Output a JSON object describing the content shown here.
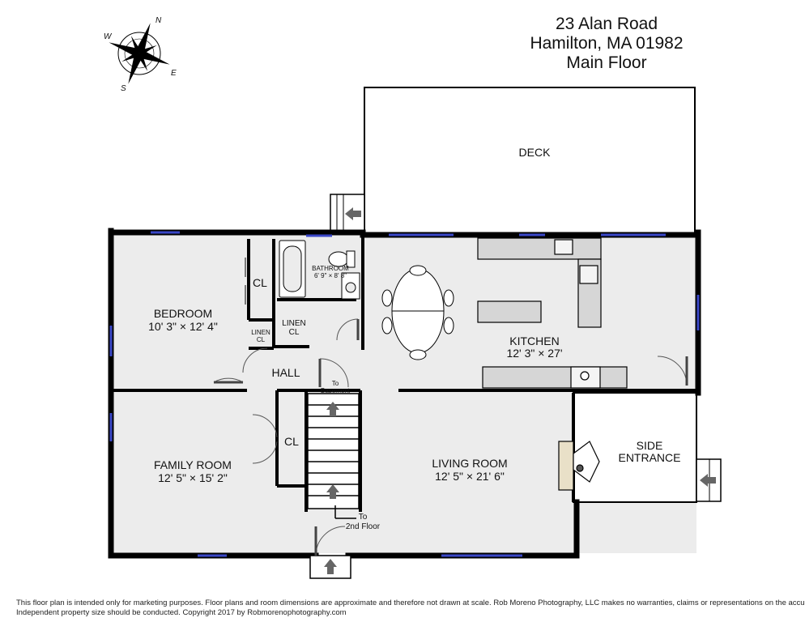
{
  "header": {
    "address": "23 Alan Road",
    "city": "Hamilton, MA 01982",
    "floor": "Main Floor"
  },
  "compass": {
    "n": "N",
    "s": "S",
    "e": "E",
    "w": "W"
  },
  "rooms": {
    "deck": {
      "name": "DECK"
    },
    "bedroom": {
      "name": "BEDROOM",
      "dims": "10' 3\" × 12' 4\""
    },
    "closet_bedroom": {
      "name": "CL"
    },
    "bathroom": {
      "name": "BATHROOM",
      "dims": "6' 9\" × 8' 8\""
    },
    "linen_closet": {
      "name": "LINEN",
      "name2": "CL"
    },
    "linen_closet_small": {
      "name": "LINEN",
      "name2": "CL"
    },
    "hall": {
      "name": "HALL"
    },
    "to_basement": {
      "line1": "To",
      "line2": "Basement"
    },
    "kitchen": {
      "name": "KITCHEN",
      "dims": "12' 3\" × 27'"
    },
    "family_room": {
      "name": "FAMILY ROOM",
      "dims": "12' 5\" × 15' 2\""
    },
    "closet_family": {
      "name": "CL"
    },
    "living_room": {
      "name": "LIVING ROOM",
      "dims": "12' 5\" × 21' 6\""
    },
    "side_entrance": {
      "name": "SIDE",
      "name2": "ENTRANCE"
    },
    "to_2nd_floor": {
      "line1": "To",
      "line2": "2nd Floor"
    }
  },
  "disclaimer": {
    "line1": "This floor plan is intended only for marketing purposes. Floor plans and room dimensions are approximate and therefore not drawn at scale. Rob Moreno Photography, LLC makes no warranties, claims or representations on the accuracy.",
    "line2": "Independent property size should be conducted. Copyright 2017 by Robmorenophotography.com"
  },
  "colors": {
    "wall": "#000000",
    "window": "#3a47c8",
    "floor": "#ececec",
    "deck": "#ffffff",
    "fixture": "#d6d6d6"
  }
}
